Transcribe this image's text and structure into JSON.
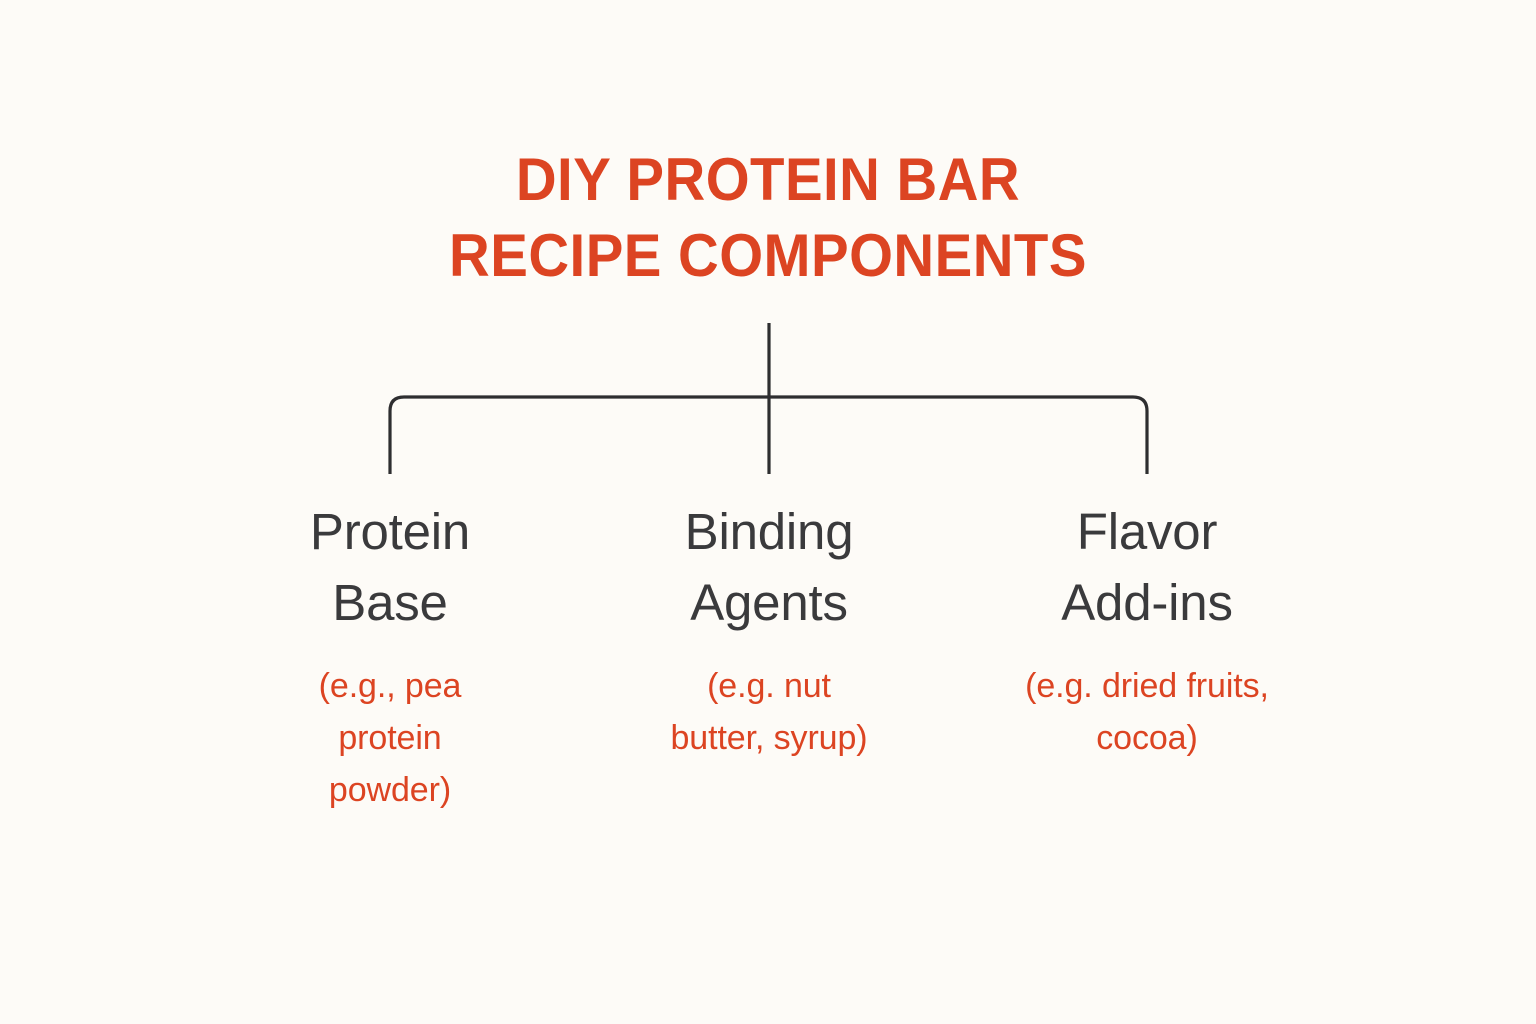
{
  "background_color": "#FDFBF7",
  "accent_color": "#DC4422",
  "heading_color": "#3A3A3C",
  "connector_color": "#2E2E30",
  "title": {
    "line1": "DIY PROTEIN BAR",
    "line2": "RECIPE COMPONENTS"
  },
  "columns": [
    {
      "heading": "Protein\nBase",
      "example": "(e.g., pea protein powder)"
    },
    {
      "heading": "Binding\nAgents",
      "example": "(e.g. nut butter, syrup)"
    },
    {
      "heading": "Flavor\nAdd-ins",
      "example": "(e.g. dried fruits, cocoa)"
    }
  ]
}
